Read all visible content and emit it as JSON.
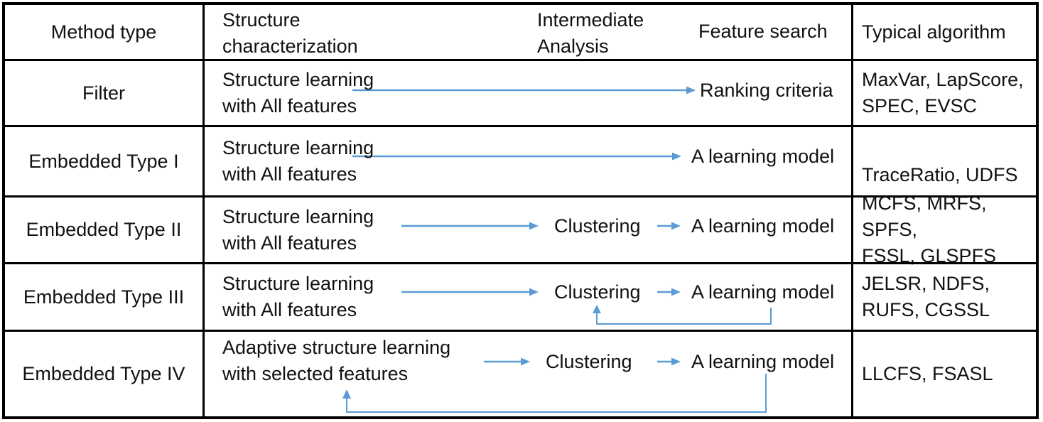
{
  "colors": {
    "arrow": "#5B9BD5",
    "border": "#000000",
    "text": "#111111",
    "background": "#FFFFFF"
  },
  "header": {
    "method_type": "Method type",
    "structure_characterization": [
      "Structure",
      "characterization"
    ],
    "intermediate_analysis": [
      "Intermediate",
      "Analysis"
    ],
    "feature_search": "Feature search",
    "typical_algorithm": "Typical algorithm"
  },
  "rows": [
    {
      "method": "Filter",
      "structure": [
        "Structure learning",
        "with All features"
      ],
      "feature": "Ranking criteria",
      "algorithms": [
        "MaxVar, LapScore,",
        "SPEC, EVSC"
      ]
    },
    {
      "method": "Embedded Type I",
      "structure": [
        "Structure learning",
        "with All features"
      ],
      "feature": "A learning model",
      "algorithms": [
        "TraceRatio, UDFS"
      ]
    },
    {
      "method": "Embedded Type II",
      "structure": [
        "Structure learning",
        "with All features"
      ],
      "clustering": "Clustering",
      "feature": "A learning model",
      "algorithms": [
        "MCFS, MRFS, SPFS,",
        "FSSL, GLSPFS"
      ]
    },
    {
      "method": "Embedded Type III",
      "structure": [
        "Structure learning",
        "with All features"
      ],
      "clustering": "Clustering",
      "feature": "A learning model",
      "algorithms": [
        "JELSR, NDFS,",
        "RUFS, CGSSL"
      ]
    },
    {
      "method": "Embedded Type IV",
      "structure": [
        "Adaptive structure learning",
        "with selected features"
      ],
      "clustering": "Clustering",
      "feature": "A learning model",
      "algorithms": [
        "LLCFS, FSASL"
      ]
    }
  ]
}
